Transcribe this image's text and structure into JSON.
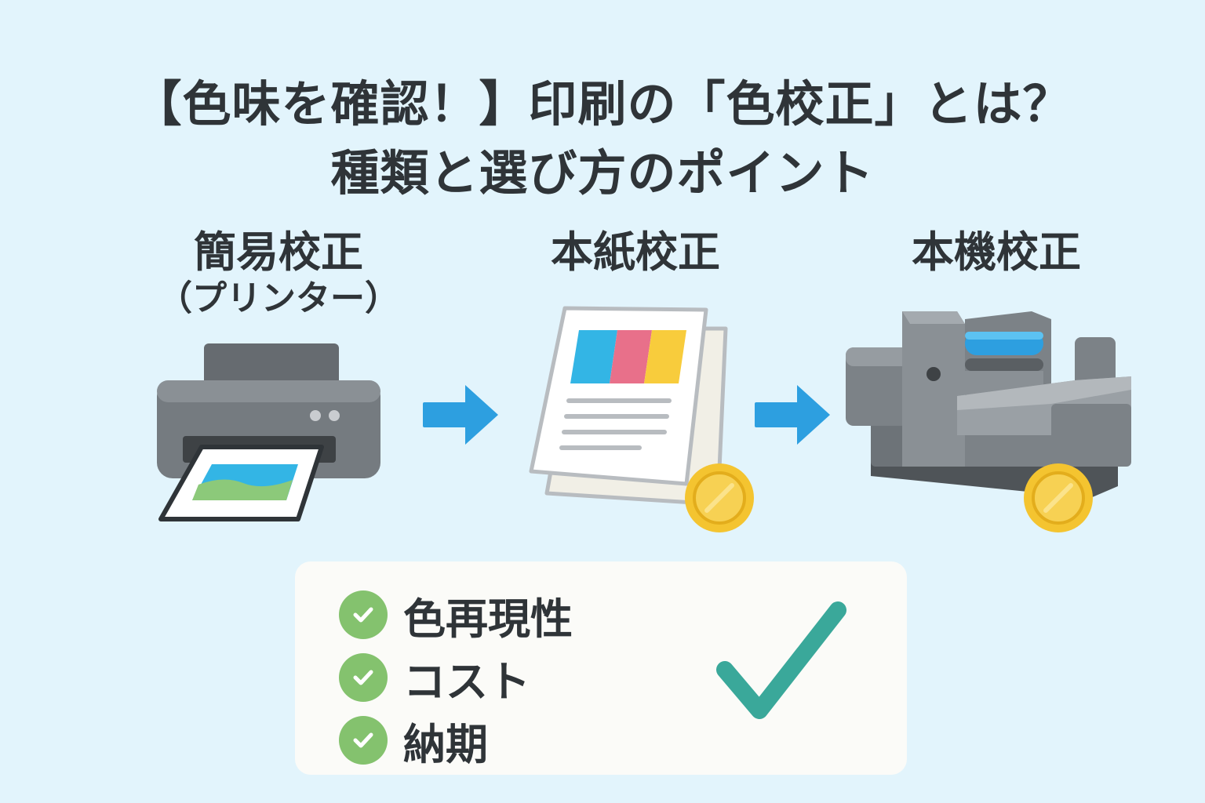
{
  "title": {
    "line1": "【色味を確認！】印刷の「色校正」とは？",
    "line2": "種類と選び方のポイント"
  },
  "proof_types": [
    {
      "name": "簡易校正",
      "sub": "（プリンター）",
      "icon": "printer-icon"
    },
    {
      "name": "本紙校正",
      "icon": "paper-proof-icon"
    },
    {
      "name": "本機校正",
      "icon": "printing-press-icon"
    }
  ],
  "criteria": [
    {
      "label": "色再現性",
      "icon": "check-circle-icon"
    },
    {
      "label": "コスト",
      "icon": "check-circle-icon"
    },
    {
      "label": "納期",
      "icon": "check-circle-icon"
    }
  ],
  "colors": {
    "background": "#e2f4fc",
    "arrow": "#2d9fe0",
    "check_green": "#84c26e",
    "big_check": "#3aa89a",
    "coin": "#f4c430",
    "swatch_cyan": "#33b5e5",
    "swatch_magenta": "#e8708a",
    "swatch_yellow": "#f8cc3c"
  }
}
